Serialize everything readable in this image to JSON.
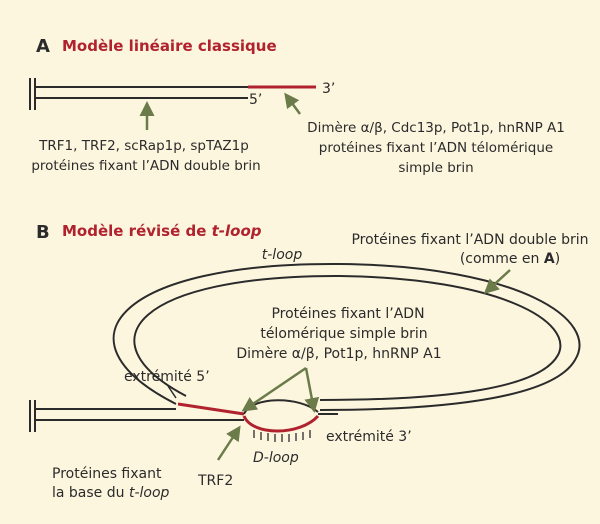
{
  "panel_a": {
    "letter": "A",
    "title": "Modèle linéaire classique",
    "label_5prime": "5’",
    "label_3prime": "3’",
    "left_proteins": [
      "TRF1, TRF2, scRap1p, spTAZ1p",
      "protéines fixant l’ADN double brin"
    ],
    "right_proteins": [
      "Dimère α/β, Cdc13p, Pot1p, hnRNP A1",
      "protéines fixant l’ADN télomérique",
      "simple brin"
    ]
  },
  "panel_b": {
    "letter": "B",
    "title_prefix": "Modèle révisé de ",
    "title_italic": "t-loop",
    "tloop_label": "t-loop",
    "ds_proteins_line1": "Protéines fixant l’ADN double brin",
    "ds_proteins_line2_prefix": "(comme en ",
    "ds_proteins_line2_bold": "A",
    "ds_proteins_line2_suffix": ")",
    "ss_proteins": [
      "Protéines fixant l’ADN",
      "télomérique simple brin",
      "Dimère α/β, Pot1p, hnRNP A1"
    ],
    "end_5prime": "extrémité 5’",
    "end_3prime": "extrémité 3’",
    "dloop_label": "D-loop",
    "trf2_label": "TRF2",
    "base_line1": "Protéines fixant",
    "base_line2_prefix": "la base du ",
    "base_line2_italic": "t-loop"
  },
  "colors": {
    "background": "#fdf6df",
    "accent_red": "#b0222d",
    "strand": "#2b2b2b",
    "arrow": "#6b7b4a"
  }
}
